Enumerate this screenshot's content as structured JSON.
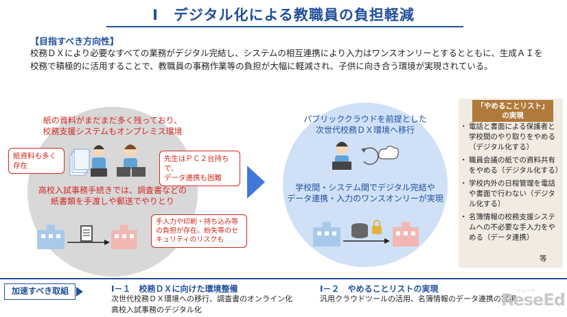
{
  "header": {
    "title": "Ⅰ　デジタル化による教職員の負担軽減"
  },
  "direction": {
    "label": "【目指すべき方向性】",
    "text": "校務ＤＸにより必要なすべての業務がデジタル完結し、システムの相互連携により入力はワンスオンリーとするとともに、生成ＡＩを校務で積極的に活用することで、教職員の事務作業等の負担が大幅に軽減され、子供に向き合う環境が実現されている。"
  },
  "left_circle": {
    "top_text": "紙の資料がまだまだ多く残っており、\n校務支援システムもオンプレミス環境",
    "bubble_paper": "紙資料も多く\n存在",
    "bubble_pc": "先生はＰＣ２台持ちで、\nデータ連携も困難",
    "mid_text": "高校入試事務手続きでは、調査書などの\n紙書類を手渡しや郵送でやりとり",
    "bubble_risk": "手入力や印刷・持ち込み等\nの負担が存在。紛失等のセ\nキュリティのリスクも"
  },
  "right_circle": {
    "top_text": "パブリッククラウドを前提とした\n次世代校務ＤＸ環境へ移行",
    "mid_text": "学校間・システム間でデジタル完結や\nデータ連携・入力のワンスオンリーが実現"
  },
  "stop_list": {
    "heading": "「やめることリスト」\nの実現",
    "items": [
      "電話と書面による保護者と学校間のやり取りをやめる（デジタル化する）",
      "職員会議の紙での資料共有をやめる（デジタル化する）",
      "学校内外の日程管理を電話や書面で行わない（デジタル化する）",
      "名簿情報の校務支援システムへの不必要な手入力をやめる（データ連携）"
    ],
    "footer": "等"
  },
  "bottom": {
    "tag": "加速すべき取組",
    "section1_head": "Ⅰ－１　校務ＤＸに向けた環境整備",
    "section1_body": "次世代校務ＤＸ環境への移行、調査書のオンライン化\n高校入試事務のデジタル化",
    "section2_head": "Ⅰ－２　やめることリストの実現",
    "section2_body": "汎用クラウドツールの活用、名簿情報のデータ連携の実現"
  },
  "watermark": {
    "logo": "ReseEd",
    "small": "リシード"
  },
  "colors": {
    "brand_blue": "#1f4e9c",
    "accent_red": "#d0281e",
    "arrow_blue": "#3f78d8",
    "panel_bg": "#f1ebe2",
    "panel_head": "#b07a3a"
  }
}
